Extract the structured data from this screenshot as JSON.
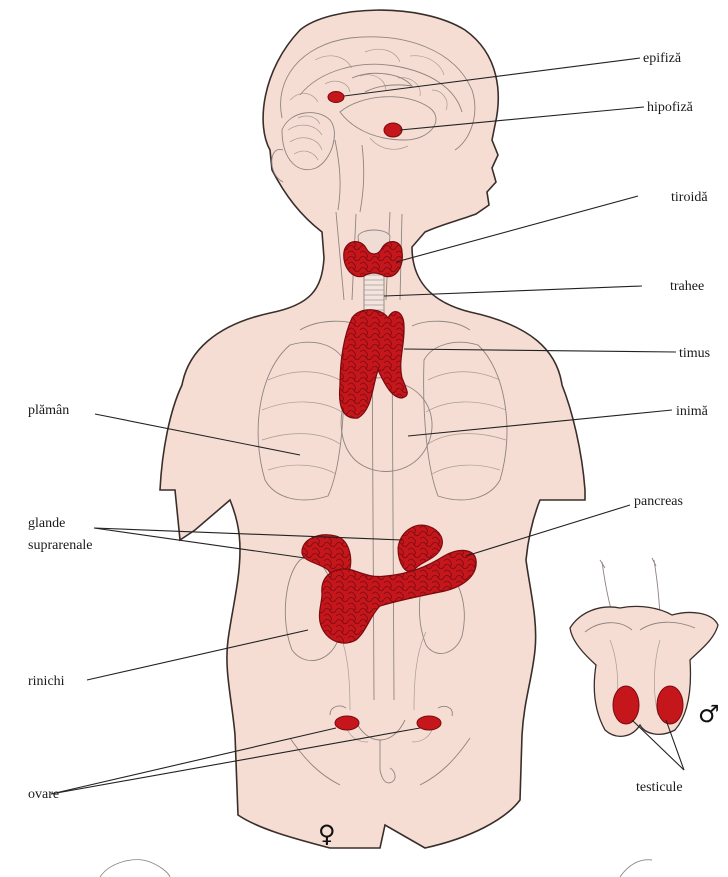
{
  "diagram": {
    "labels": {
      "epifiza": "epifiză",
      "hipofiza": "hipofiză",
      "tiroida": "tiroidă",
      "trahee": "trahee",
      "timus": "timus",
      "inima": "inimă",
      "plaman": "plămân",
      "glande_line1": "glande",
      "glande_line2": "suprarenale",
      "pancreas": "pancreas",
      "rinichi": "rinichi",
      "ovare": "ovare",
      "testicule": "testicule"
    },
    "symbols": {
      "female": "♀",
      "male": "♂"
    },
    "colors": {
      "skin": "#f5ddd3",
      "gland": "#c5161c",
      "gland_dark": "#7a0a0e",
      "outline": "#3a2e2a"
    }
  }
}
